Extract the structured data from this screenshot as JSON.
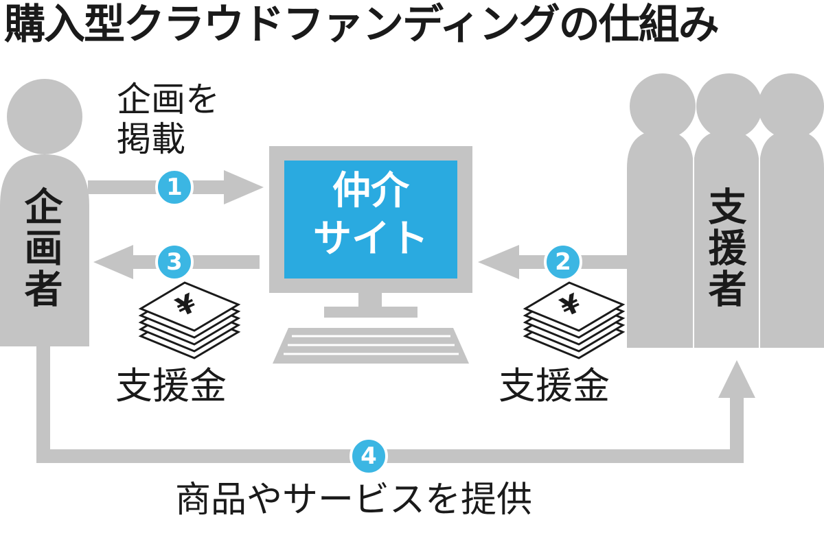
{
  "title": "購入型クラウドファンディングの仕組み",
  "colors": {
    "figure_gray": "#c4c4c4",
    "site_blue": "#2aaae0",
    "step_badge": "#3bb6e3",
    "text": "#1a1a1a"
  },
  "entities": {
    "creator": "企画者",
    "supporters": "支援者",
    "site": [
      "仲介",
      "サイト"
    ]
  },
  "steps": [
    {
      "number": "1",
      "label_lines": [
        "企画を",
        "掲載"
      ]
    },
    {
      "number": "2"
    },
    {
      "number": "3"
    },
    {
      "number": "4",
      "label": "商品やサービスを提供"
    }
  ],
  "money": {
    "symbol": "¥",
    "left_label": "支援金",
    "right_label": "支援金"
  },
  "icons": [
    "person-icon",
    "computer-icon",
    "yen-bundle-icon",
    "arrow-icon"
  ]
}
